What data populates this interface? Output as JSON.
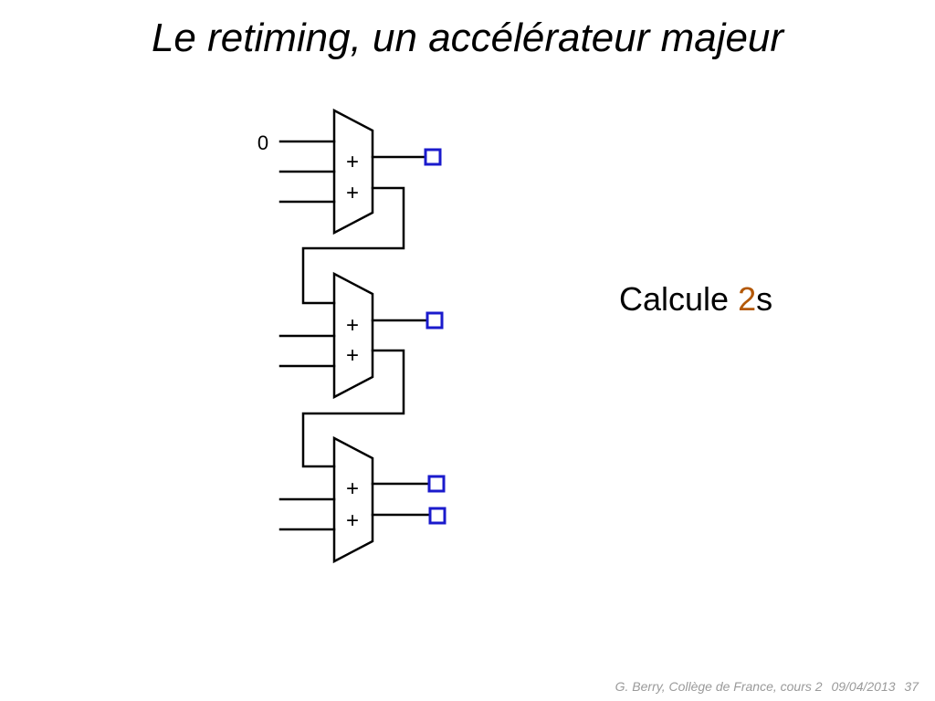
{
  "slide": {
    "title": "Le retiming, un accélérateur majeur"
  },
  "diagram": {
    "constant_input_label": "0",
    "adders": [
      {
        "ops": [
          "+",
          "+"
        ]
      },
      {
        "ops": [
          "+",
          "+"
        ]
      },
      {
        "ops": [
          "+",
          "+"
        ]
      }
    ]
  },
  "annotation": {
    "prefix": "Calcule ",
    "number": "2",
    "suffix": "s"
  },
  "footer": {
    "author": "G. Berry, Collège de France, cours 2",
    "date": "09/04/2013",
    "page": "37"
  },
  "colors": {
    "register": "#1a1acc",
    "highlight": "#b35806",
    "footer_text": "#9a9a9a"
  }
}
